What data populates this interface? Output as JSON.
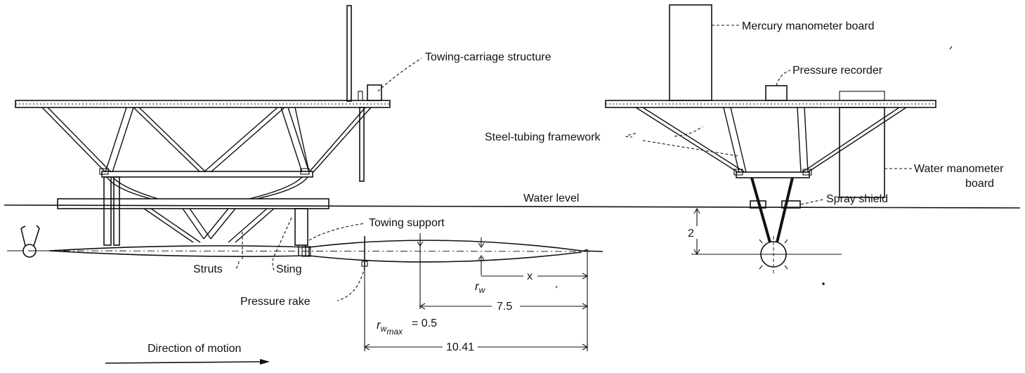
{
  "labels": {
    "mercury_board": "Mercury manometer board",
    "towing_carriage": "Towing-carriage structure",
    "pressure_recorder": "Pressure recorder",
    "steel_tubing": "Steel-tubing framework",
    "water_manometer_line1": "Water manometer",
    "water_manometer_line2": "board",
    "water_level": "Water level",
    "spray_shield": "Spray shield",
    "towing_support": "Towing support",
    "struts": "Struts",
    "sting": "Sting",
    "pressure_rake": "Pressure rake",
    "direction_of_motion": "Direction of motion"
  },
  "dimensions": {
    "depth": "2",
    "x": "x",
    "rw": "r",
    "rw_sub": "w",
    "d75": "7.5",
    "rwmax_main": "r",
    "rwmax_sub": "w",
    "rwmax_subsub": "max",
    "rwmax_value": "= 0.5",
    "d1041": "10.41"
  }
}
